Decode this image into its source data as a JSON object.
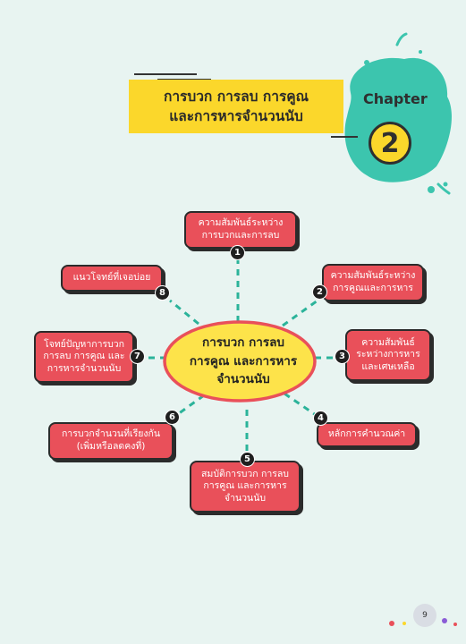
{
  "header": {
    "title_lines": [
      "การบวก การลบ การคูณ",
      "และการหารจำนวนนับ"
    ],
    "chapter_label": "Chapter",
    "chapter_number": "2"
  },
  "mindmap": {
    "center_lines": [
      "การบวก การลบ",
      "การคูณ และการหาร",
      "จำนวนนับ"
    ],
    "nodes": [
      {
        "number": "1",
        "lines": [
          "ความสัมพันธ์ระหว่าง",
          "การบวกและการลบ"
        ]
      },
      {
        "number": "2",
        "lines": [
          "ความสัมพันธ์ระหว่าง",
          "การคูณและการหาร"
        ]
      },
      {
        "number": "3",
        "lines": [
          "ความสัมพันธ์",
          "ระหว่างการหาร",
          "และเศษเหลือ"
        ]
      },
      {
        "number": "4",
        "lines": [
          "หลักการคำนวณค่า"
        ]
      },
      {
        "number": "5",
        "lines": [
          "สมบัติการบวก การลบ",
          "การคูณ และการหาร",
          "จำนวนนับ"
        ]
      },
      {
        "number": "6",
        "lines": [
          "การบวกจำนวนที่เรียงกัน",
          "(เพิ่มหรือลดคงที่)"
        ]
      },
      {
        "number": "7",
        "lines": [
          "โจทย์ปัญหาการบวก",
          "การลบ การคูณ และ",
          "การหารจำนวนนับ"
        ]
      },
      {
        "number": "8",
        "lines": [
          "แนวโจทย์ที่เจอบ่อย"
        ]
      }
    ]
  },
  "footer": {
    "page_number": "9"
  },
  "colors": {
    "background": "#e8f4f1",
    "banner_yellow": "#fbd72b",
    "node_red": "#e9505a",
    "teal": "#3cc5ae",
    "connector": "#2bb39a"
  }
}
